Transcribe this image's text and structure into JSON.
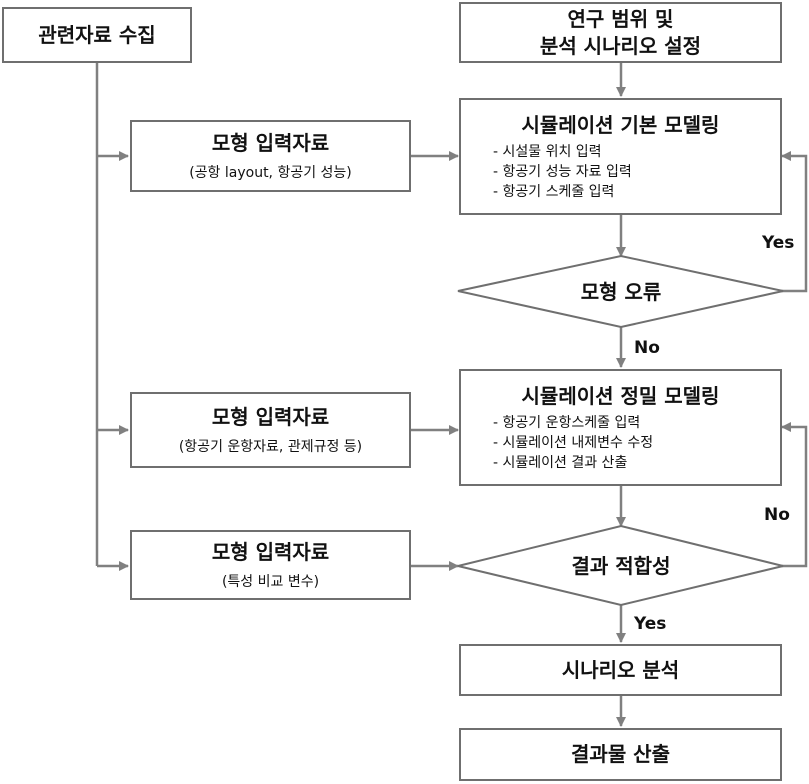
{
  "nodes": {
    "collect": {
      "label": "관련자료 수집"
    },
    "scope": {
      "line1": "연구 범위 및",
      "line2": "분석 시나리오 설정"
    },
    "basic": {
      "title": "시뮬레이션 기본 모델링",
      "items": [
        "- 시설물 위치 입력",
        "- 항공기 성능 자료  입력",
        "- 항공기 스케줄 입력"
      ]
    },
    "input1": {
      "title": "모형 입력자료",
      "sub": "(공항 layout, 항공기 성능)"
    },
    "error": {
      "label": "모형 오류"
    },
    "precise": {
      "title": "시뮬레이션 정밀 모델링",
      "items": [
        "- 항공기 운항스케줄 입력",
        "- 시뮬레이션 내제변수 수정",
        "- 시뮬레이션 결과 산출"
      ]
    },
    "input2": {
      "title": "모형 입력자료",
      "sub": "(항공기 운항자료, 관제규정 등)"
    },
    "fit": {
      "label": "결과 적합성"
    },
    "input3": {
      "title": "모형 입력자료",
      "sub": "(특성 비교 변수)"
    },
    "scenario": {
      "label": "시나리오 분석"
    },
    "output": {
      "label": "결과물 산출"
    }
  },
  "labels": {
    "yes1": "Yes",
    "no1": "No",
    "no2": "No",
    "yes2": "Yes"
  },
  "colors": {
    "line": "#808080",
    "border": "#6f6f6f",
    "text": "#111111"
  }
}
